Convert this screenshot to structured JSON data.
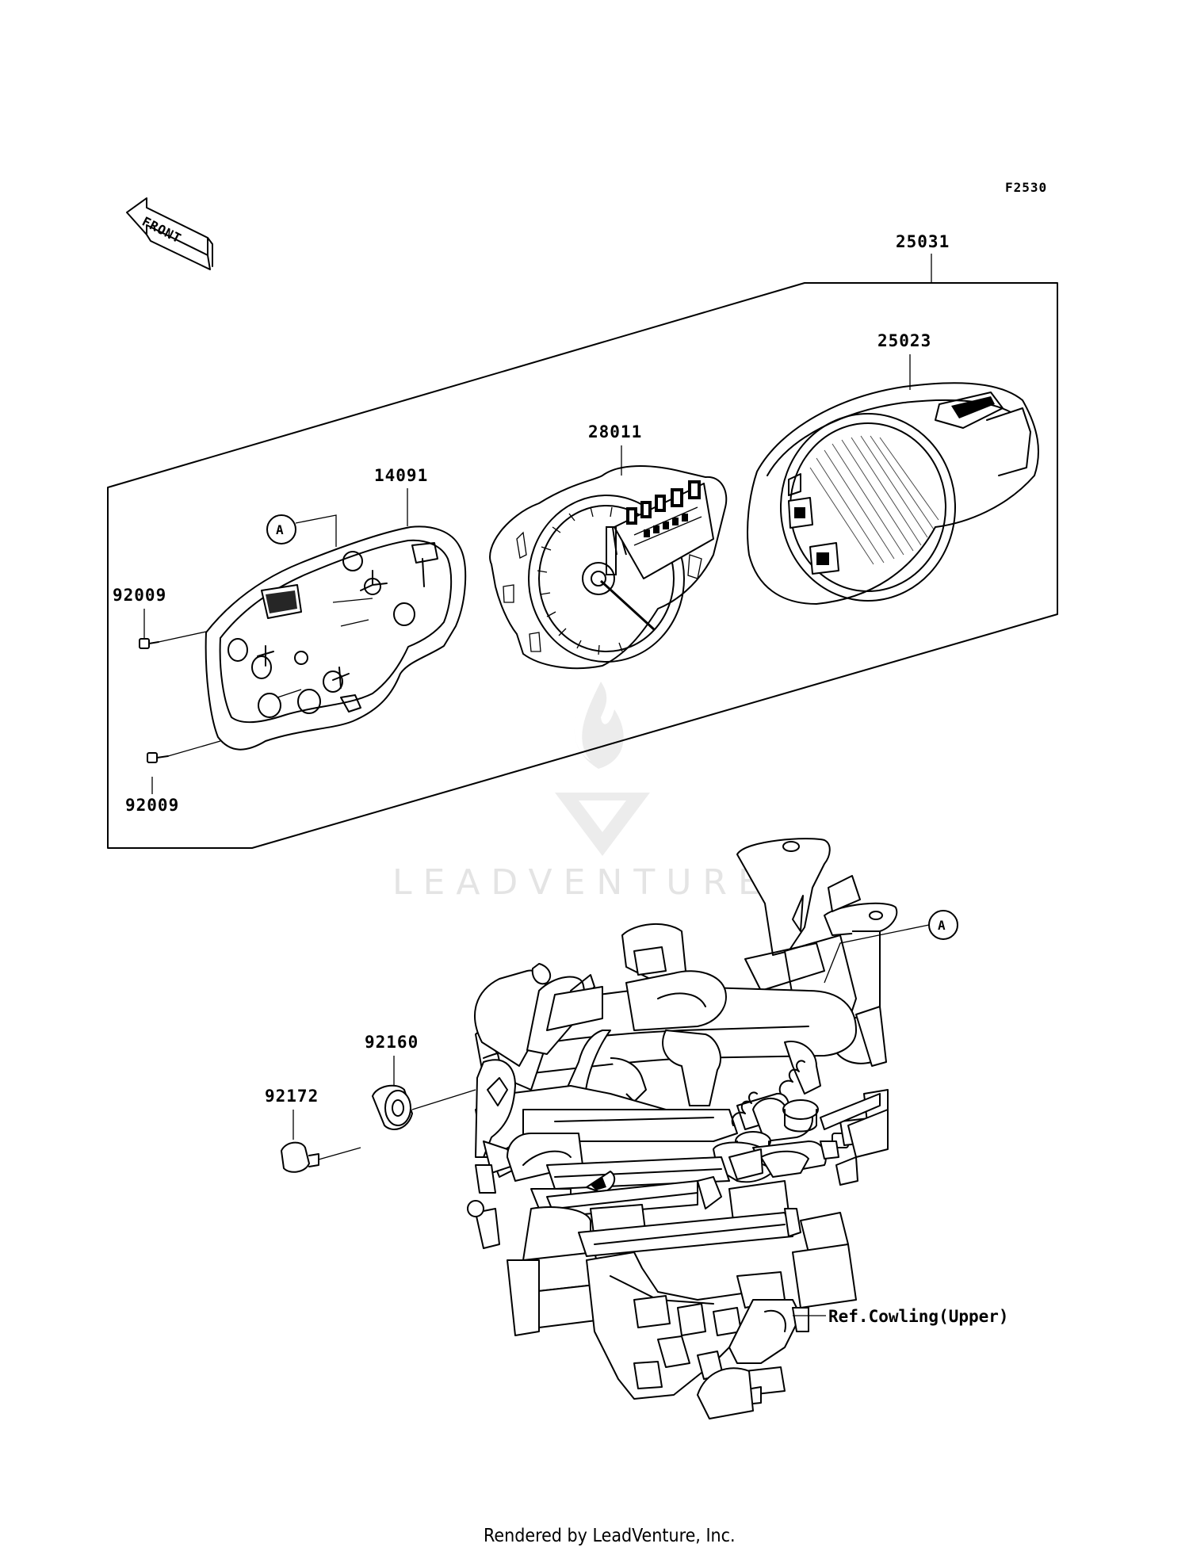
{
  "diagram_code": "F2530",
  "front_label": "FRONT",
  "callout_A": "A",
  "parts": {
    "assembly": "25031",
    "case_cover": "25023",
    "meter_unit": "28011",
    "case_lower": "14091",
    "screw_upper": "92009",
    "screw_lower": "92009",
    "damper": "92160",
    "bolt": "92172"
  },
  "reference_note": "Ref.Cowling(Upper)",
  "watermark": "LEADVENTURE",
  "footer": "Rendered by LeadVenture, Inc.",
  "colors": {
    "line": "#000000",
    "background": "#ffffff",
    "watermark": "#e4e4e4"
  }
}
